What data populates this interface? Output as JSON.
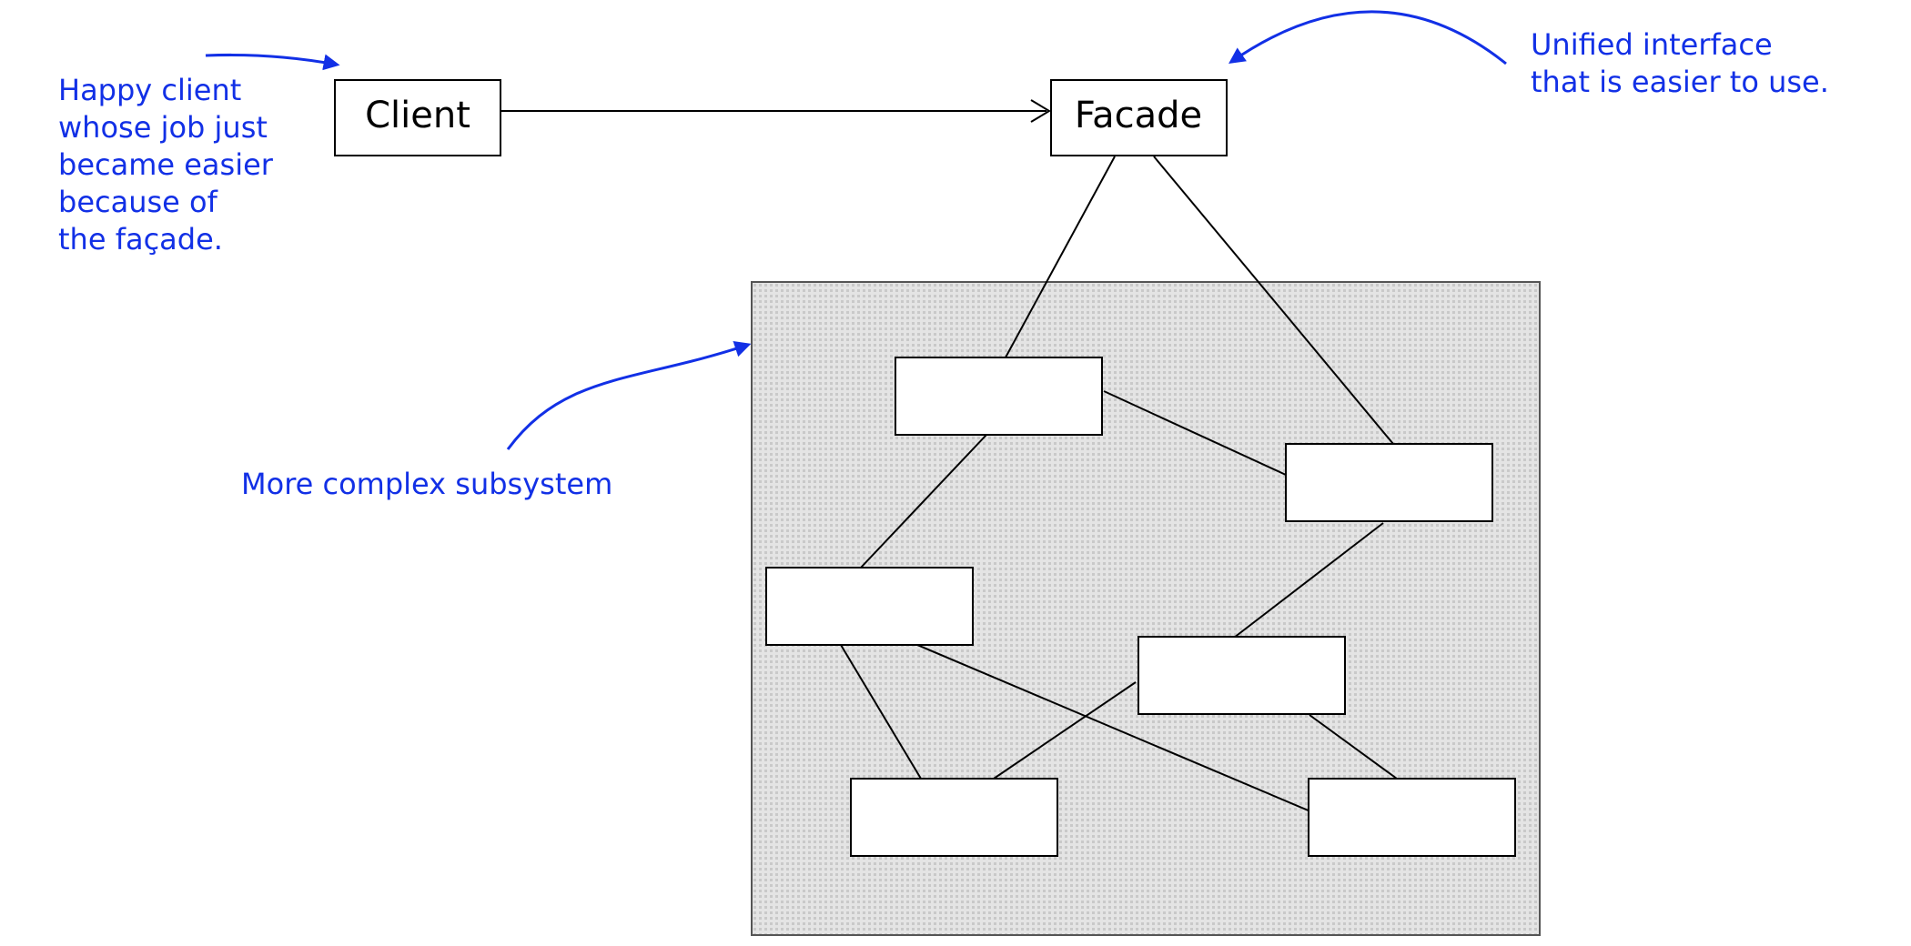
{
  "colors": {
    "annotation": "#1230e6",
    "outline": "#000000",
    "subsystem_fill": "#d6d6d6",
    "box_fill": "#ffffff"
  },
  "boxes": {
    "client": "Client",
    "facade": "Facade"
  },
  "annotations": {
    "client_note": [
      "Happy client",
      "whose job just",
      "became easier",
      "because of",
      "the façade."
    ],
    "facade_note": [
      "Unified interface",
      "that is easier to use."
    ],
    "subsystem_note": "More complex subsystem"
  }
}
